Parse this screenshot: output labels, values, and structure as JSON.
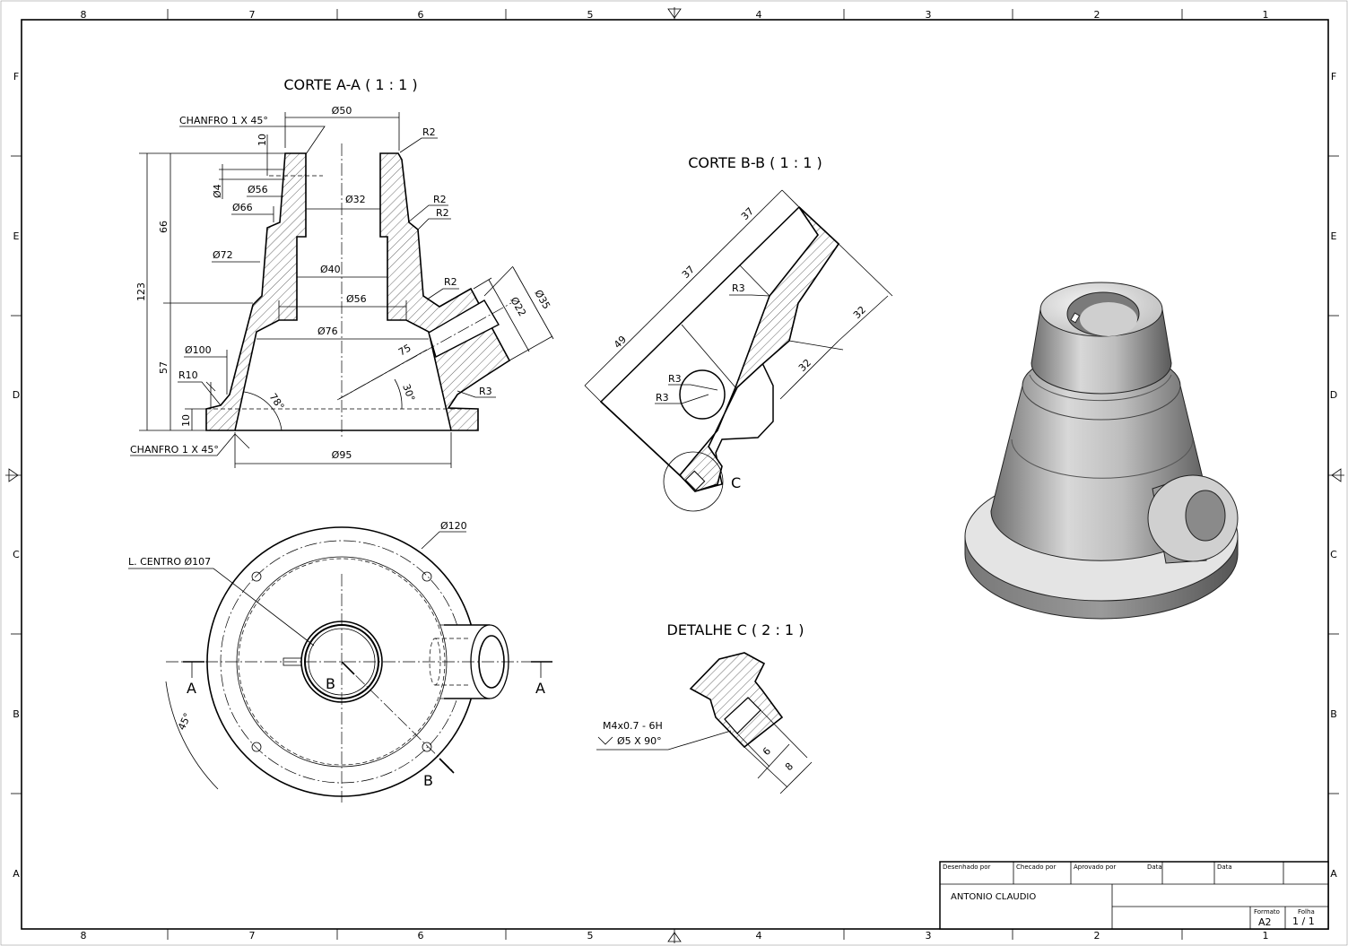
{
  "sheet": {
    "zone_numbers": [
      "8",
      "7",
      "6",
      "5",
      "4",
      "3",
      "2",
      "1"
    ],
    "zone_letters": [
      "F",
      "E",
      "D",
      "C",
      "B",
      "A"
    ]
  },
  "title_block": {
    "drawn_by_label": "Desenhado por",
    "checked_by_label": "Checado por",
    "approved_by_label": "Aprovado por",
    "date_label_1": "Data",
    "date_label_2": "Data",
    "author": "ANTONIO CLAUDIO",
    "format_label": "Formato",
    "format_value": "A2",
    "sheet_label": "Folha",
    "sheet_value": "1 / 1"
  },
  "section_aa": {
    "title": "CORTE A-A ( 1 : 1 )",
    "dims": [
      "CHANFRO  1 X 45°",
      "Ø50",
      "10",
      "R2",
      "Ø4",
      "Ø56",
      "Ø66",
      "Ø32",
      "R2",
      "R2",
      "66",
      "Ø72",
      "123",
      "Ø40",
      "R2",
      "Ø56",
      "Ø76",
      "75",
      "Ø22",
      "Ø35",
      "Ø100",
      "57",
      "R10",
      "30°",
      "R3",
      "78°",
      "10",
      "CHANFRO 1 X 45°",
      "Ø95"
    ]
  },
  "section_bb": {
    "title": "CORTE B-B ( 1 : 1 )",
    "dims": [
      "37",
      "37",
      "49",
      "R3",
      "32",
      "32",
      "R3",
      "R3"
    ],
    "detail_marker": "C"
  },
  "top_view": {
    "dims": [
      "Ø120",
      "L. CENTRO Ø107",
      "45°"
    ],
    "cut_labels": [
      "A",
      "A",
      "B",
      "B"
    ]
  },
  "detail_c": {
    "title": "DETALHE C ( 2 : 1 )",
    "thread": "M4x0.7 - 6H",
    "countersink": "Ø5 X 90°",
    "dims": [
      "6",
      "8"
    ]
  }
}
